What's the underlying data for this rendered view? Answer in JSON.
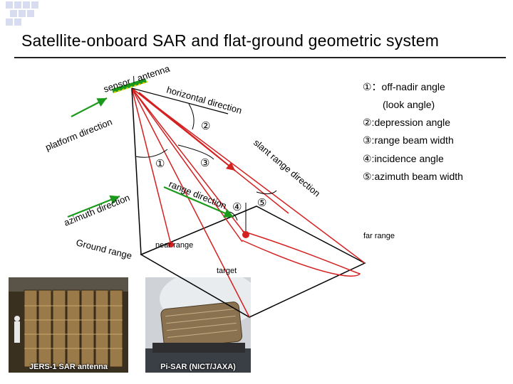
{
  "title": "Satellite-onboard SAR and flat-ground geometric system",
  "diagram_labels": {
    "sensor_antenna": "sensor / antenna",
    "horizontal_direction": "horizontal direction",
    "platform_direction": "platform direction",
    "slant_range_direction": "slant range direction",
    "range_direction": "range direction",
    "azimuth_direction": "azimuth direction",
    "ground_range": "Ground range",
    "near_range": "near range",
    "far_range": "far range",
    "target": "target",
    "mark_1": "①",
    "mark_2": "②",
    "mark_3": "③",
    "mark_4": "④",
    "mark_5": "⑤"
  },
  "legend": [
    "①：off-nadir angle",
    "(look angle)",
    "②:depression angle",
    "③:range beam width",
    "④:incidence angle",
    "⑤:azimuth beam width"
  ],
  "photos": {
    "left_caption": "JERS-1 SAR antenna",
    "right_caption": "Pi-SAR (NICT/JAXA)"
  },
  "colors": {
    "beam_red": "#d42020",
    "green_arrow": "#1a9a1a",
    "black_line": "#000000"
  }
}
